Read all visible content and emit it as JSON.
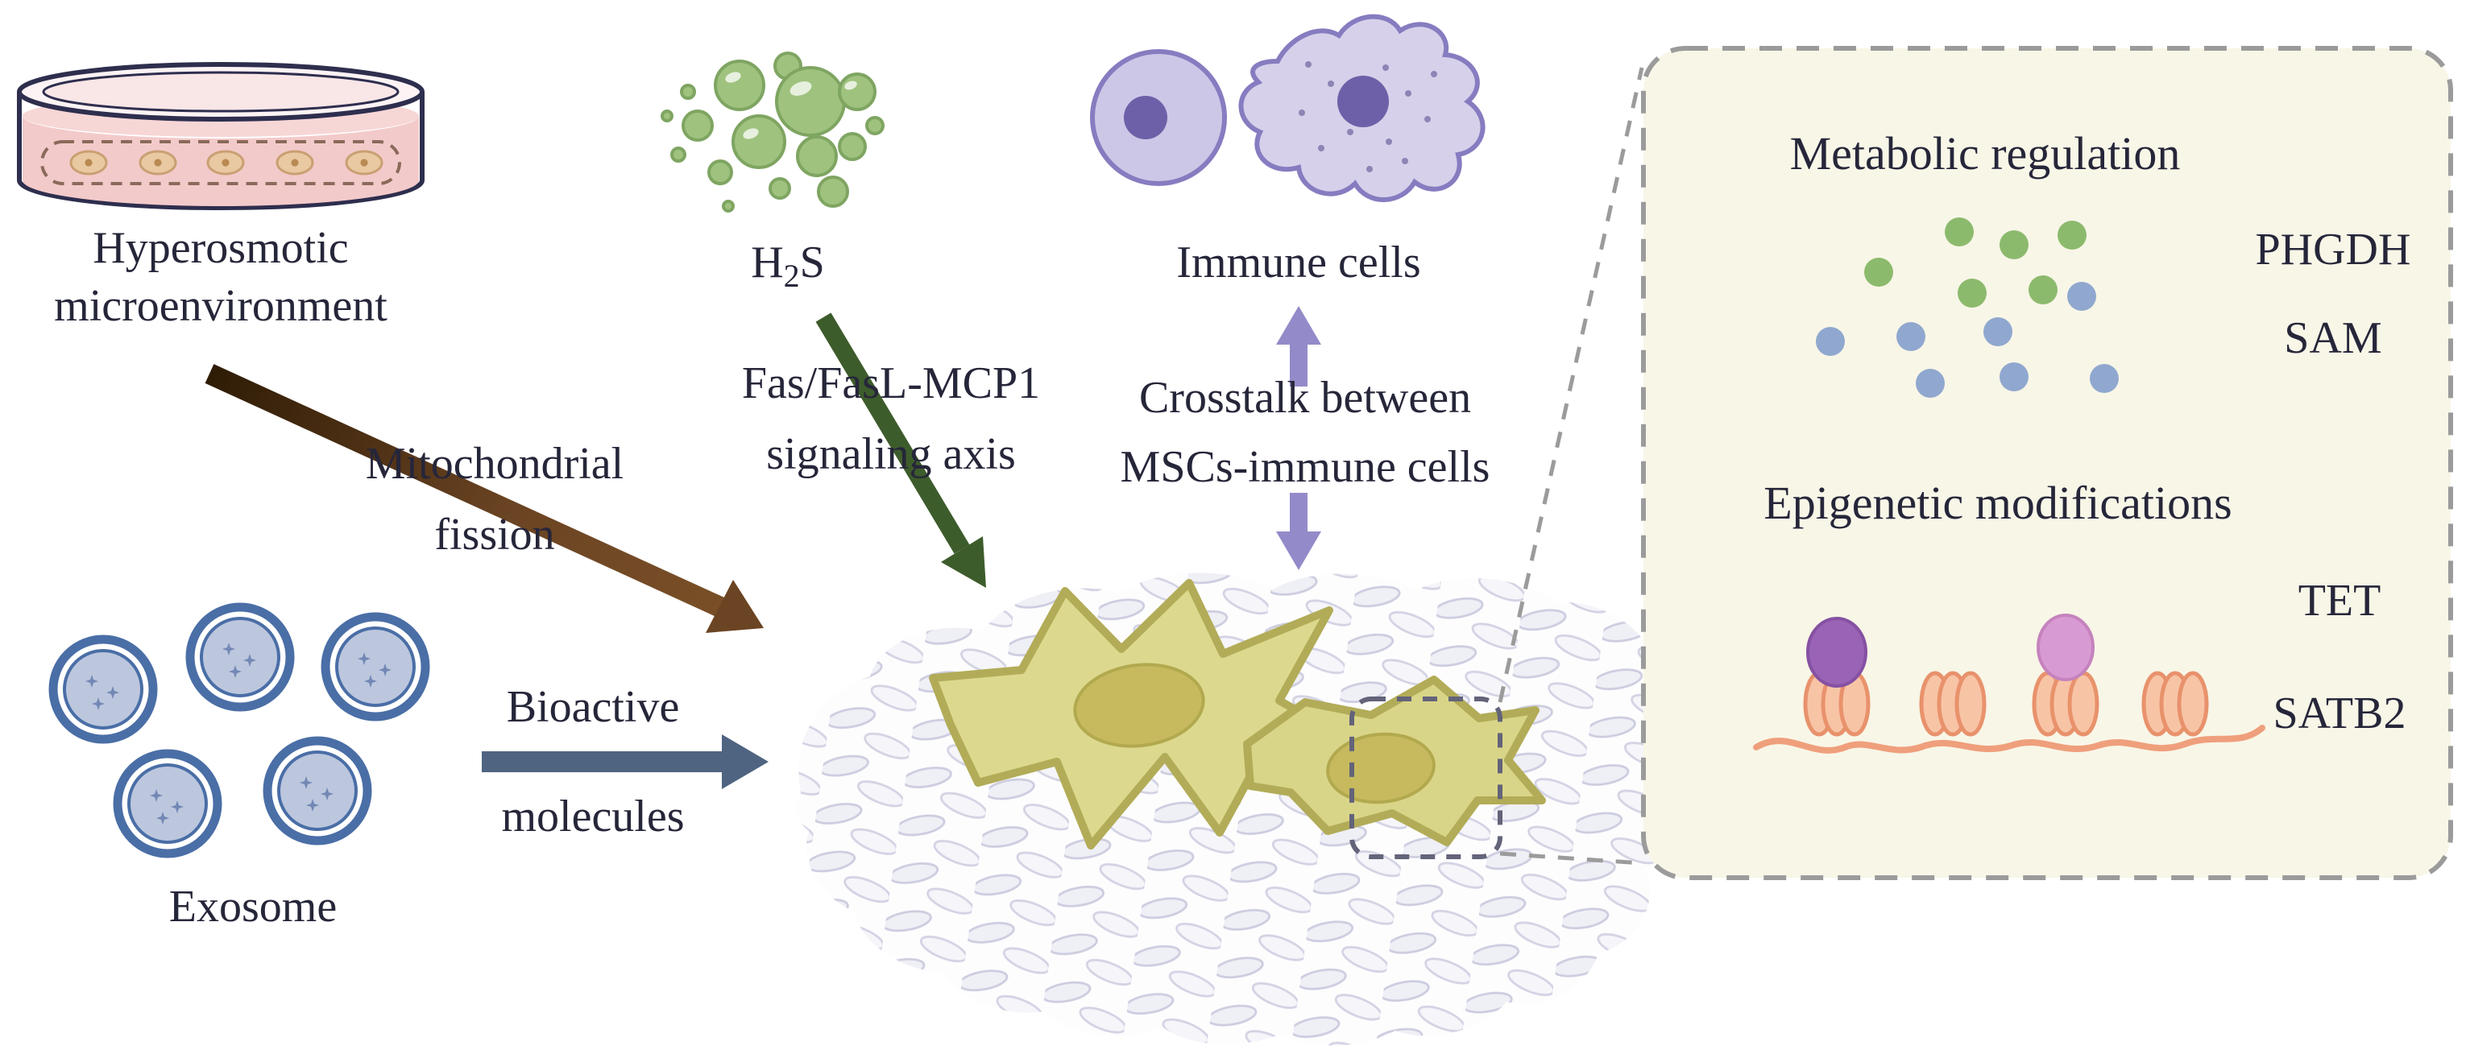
{
  "labels": {
    "hyperosmotic_line1": "Hyperosmotic",
    "hyperosmotic_line2": "microenvironment",
    "mito_line1": "Mitochondrial",
    "mito_line2": "fission",
    "h2s_h": "H",
    "h2s_sub": "2",
    "h2s_s": "S",
    "fas_line1": "Fas/FasL-MCP1",
    "fas_line2": "signaling axis",
    "immune": "Immune cells",
    "crosstalk_line1": "Crosstalk between",
    "crosstalk_line2": "MSCs-immune cells",
    "bioactive_line1": "Bioactive",
    "bioactive_line2": "molecules",
    "exosome": "Exosome"
  },
  "panel": {
    "metabolic_heading": "Metabolic regulation",
    "phgdh": "PHGDH",
    "sam": "SAM",
    "epigenetic_heading": "Epigenetic modifications",
    "tet": "TET",
    "satb2": "SATB2"
  },
  "colors": {
    "text": "#26263a",
    "panel_bg": "#f8f6e7",
    "panel_border": "#9b9b9b",
    "green_dot": "#8cba6d",
    "blue_dot": "#90a8cf",
    "bubble_green": "#9fc37e",
    "msc_fill": "#dcd98e",
    "msc_nucleus": "#c7ba5e",
    "immune_fill": "#d6d0ea",
    "immune_nucleus": "#6e60a8",
    "exosome_ring": "#4a6ea6",
    "exosome_inner": "#bcc7de",
    "brown_arrow": "#5d3a16",
    "green_arrow": "#3d5c2b",
    "blue_arrow": "#4e6480",
    "purple_arrow": "#938bc9",
    "nucleosome": "#f8c4a6",
    "nucleosome_stroke": "#e8926c",
    "tet_blob": "#9a63b5",
    "satb2_blob": "#d89ad2",
    "dish_rim": "#2e2e4e",
    "dish_liquid": "#f3caca"
  },
  "icons": {
    "petri-dish-icon": "culture dish with pink medium and adherent cells",
    "h2s-bubbles-icon": "cluster of green gas bubbles",
    "immune-cells-icon": "round and amoeboid purple immune cells",
    "exosome-vesicle-icon": "double-membrane blue vesicle",
    "ecm-tissue-icon": "extracellular matrix spindle-cell mesh",
    "msc-cell-icon": "yellow-green mesenchymal stem cell",
    "magnifier-dashed-box": "dashed zoom region outline",
    "metabolites-dots-icon": "green and blue metabolite dots",
    "nucleosome-icon": "salmon histone coil on DNA strand",
    "tet-protein-icon": "purple protein blob",
    "satb2-protein-icon": "pink protein blob",
    "arrow-icon": "directional arrow"
  }
}
